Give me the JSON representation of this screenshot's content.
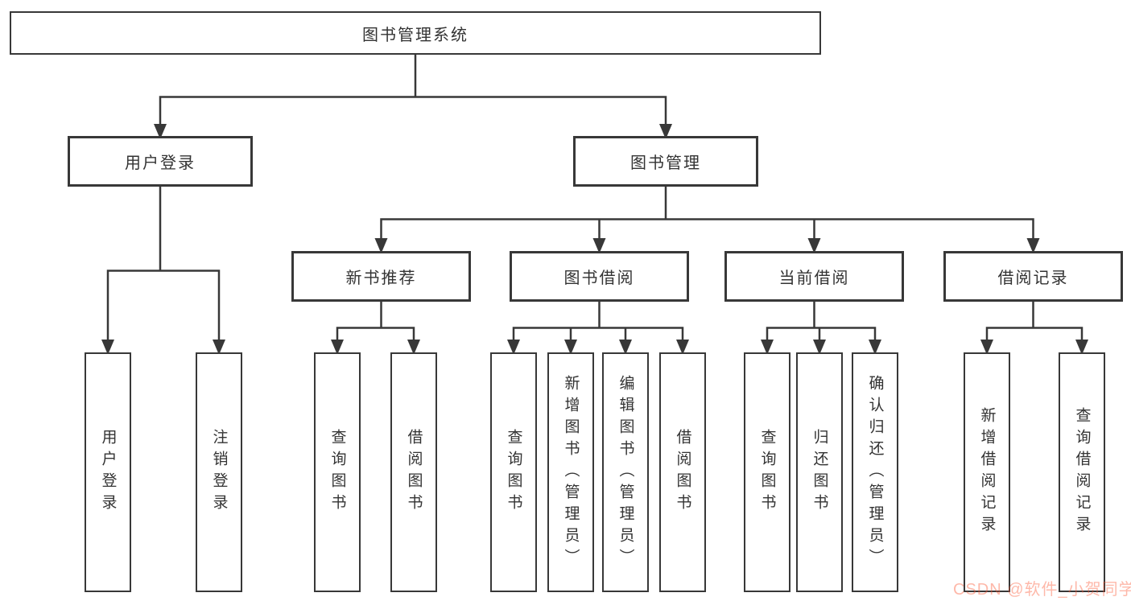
{
  "tree": {
    "root": {
      "label": "图书管理系统",
      "children": [
        {
          "label": "用户登录",
          "children": [
            {
              "label": "用户登录"
            },
            {
              "label": "注销登录"
            }
          ]
        },
        {
          "label": "图书管理",
          "children": [
            {
              "label": "新书推荐",
              "children": [
                {
                  "label": "查询图书"
                },
                {
                  "label": "借阅图书"
                }
              ]
            },
            {
              "label": "图书借阅",
              "children": [
                {
                  "label": "查询图书"
                },
                {
                  "label": "新增图书（管理员）"
                },
                {
                  "label": "编辑图书（管理员）"
                },
                {
                  "label": "借阅图书"
                }
              ]
            },
            {
              "label": "当前借阅",
              "children": [
                {
                  "label": "查询图书"
                },
                {
                  "label": "归还图书"
                },
                {
                  "label": "确认归还（管理员）"
                }
              ]
            },
            {
              "label": "借阅记录",
              "children": [
                {
                  "label": "新增借阅记录"
                },
                {
                  "label": "查询借阅记录"
                }
              ]
            }
          ]
        }
      ]
    }
  },
  "watermark": {
    "text": "CSDN @软件_小贺同学"
  },
  "colors": {
    "line": "#383838",
    "box_border": "#383838",
    "text": "#333333",
    "background": "#ffffff",
    "watermark": "#fc5531"
  }
}
